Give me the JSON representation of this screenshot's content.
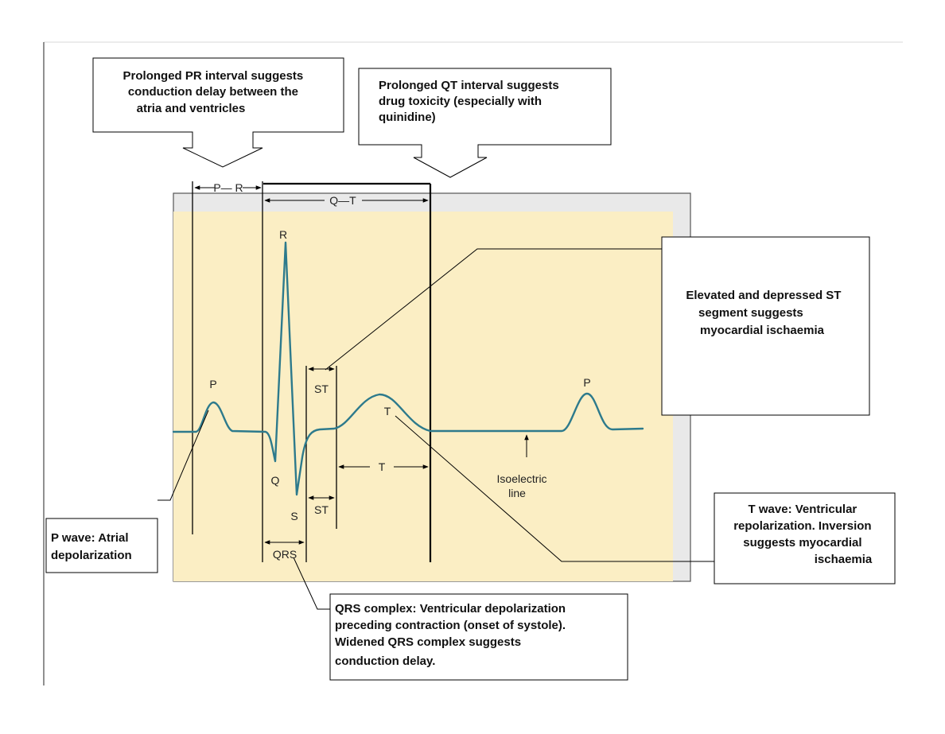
{
  "colors": {
    "panel_fill": "#fbeec4",
    "panel_frame": "#e9e9e9",
    "wave": "#2d7a8c",
    "stroke": "#000000"
  },
  "callouts": {
    "pr": [
      "Prolonged PR interval suggests",
      "conduction delay between the",
      "atria and ventricles"
    ],
    "qt": [
      "Prolonged QT interval suggests",
      "drug toxicity (especially with",
      "quinidine)"
    ],
    "st": [
      "Elevated and depressed ST",
      "segment suggests",
      "myocardial ischaemia"
    ],
    "p_wave": [
      "P wave: Atrial",
      "depolarization"
    ],
    "t_wave": [
      "T wave: Ventricular",
      "repolarization. Inversion",
      "suggests myocardial",
      "ischaemia"
    ],
    "qrs": [
      "QRS complex: Ventricular depolarization",
      "preceding contraction (onset of systole).",
      "Widened QRS complex suggests",
      "conduction delay."
    ]
  },
  "labels": {
    "p1": "P",
    "r": "R",
    "q": "Q",
    "s": "S",
    "t": "T",
    "p2": "P",
    "st_top": "ST",
    "st_bottom": "ST",
    "pr_interval": "P— R",
    "qt_interval": "Q—T",
    "t_interval": "T",
    "qrs_interval": "QRS",
    "isoelectric": [
      "Isoelectric",
      "line"
    ]
  }
}
